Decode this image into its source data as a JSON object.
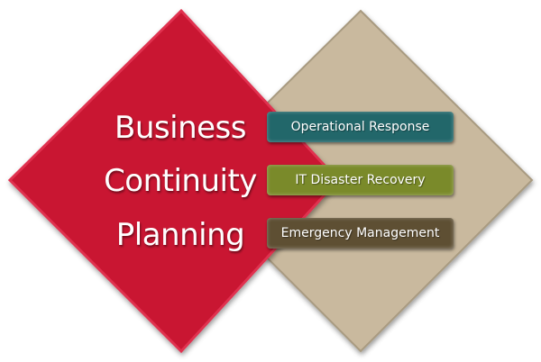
{
  "title_lines": [
    "Business",
    "Continuity",
    "Planning"
  ],
  "components": [
    {
      "label": "Operational Response",
      "color": "#22676a"
    },
    {
      "label": "IT Disaster Recovery",
      "color": "#7a8a2a"
    },
    {
      "label": "Emergency Management",
      "color": "#5e4f33"
    }
  ],
  "colors": {
    "primary_diamond": "#c91231",
    "secondary_diamond": "#c9b99e"
  }
}
